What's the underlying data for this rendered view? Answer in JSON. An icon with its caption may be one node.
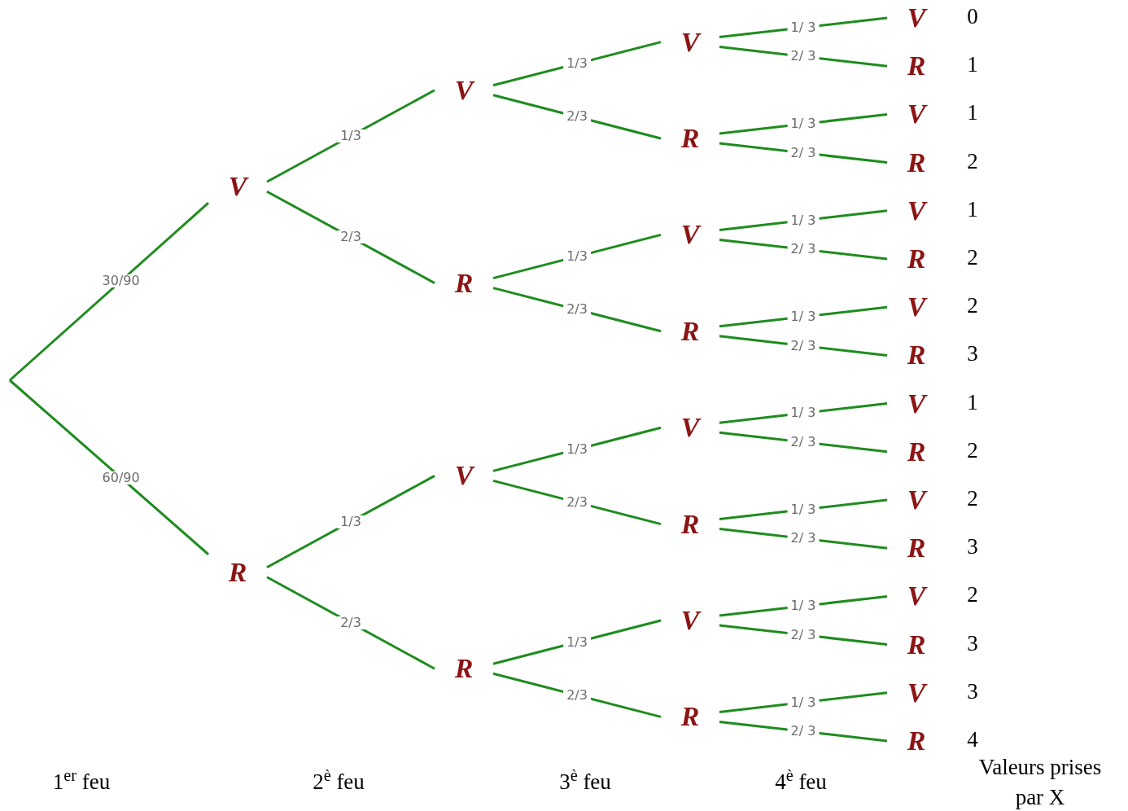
{
  "diagram": {
    "nodes": [
      {
        "text": [
          "V"
        ]
      },
      {
        "text": [
          "R"
        ]
      },
      {
        "text": [
          "V"
        ]
      },
      {
        "text": [
          "R"
        ]
      },
      {
        "text": [
          "V"
        ]
      },
      {
        "text": [
          "R"
        ]
      },
      {
        "text": [
          "V"
        ]
      },
      {
        "text": [
          "R"
        ]
      },
      {
        "text": [
          "V"
        ]
      },
      {
        "text": [
          "R"
        ]
      },
      {
        "text": [
          "V"
        ]
      },
      {
        "text": [
          "R"
        ]
      },
      {
        "text": [
          "V"
        ]
      },
      {
        "text": [
          "R"
        ]
      },
      {
        "text": [
          "V"
        ],
        "beside": [
          "0"
        ]
      },
      {
        "text": [
          "R"
        ],
        "beside": [
          "1"
        ]
      },
      {
        "text": [
          "V"
        ],
        "beside": [
          "1"
        ]
      },
      {
        "text": [
          "R"
        ],
        "beside": [
          "2"
        ]
      },
      {
        "text": [
          "V"
        ],
        "beside": [
          "1"
        ]
      },
      {
        "text": [
          "R"
        ],
        "beside": [
          "2"
        ]
      },
      {
        "text": [
          "V"
        ],
        "beside": [
          "2"
        ]
      },
      {
        "text": [
          "R"
        ],
        "beside": [
          "3"
        ]
      },
      {
        "text": [
          "V"
        ],
        "beside": [
          "1"
        ]
      },
      {
        "text": [
          "R"
        ],
        "beside": [
          "2"
        ]
      },
      {
        "text": [
          "V"
        ],
        "beside": [
          "2"
        ]
      },
      {
        "text": [
          "R"
        ],
        "beside": [
          "3"
        ]
      },
      {
        "text": [
          "V"
        ],
        "beside": [
          "2"
        ]
      },
      {
        "text": [
          "R"
        ],
        "beside": [
          "3"
        ]
      },
      {
        "text": [
          "V"
        ],
        "beside": [
          "3"
        ]
      },
      {
        "text": [
          "R"
        ],
        "beside": [
          "4"
        ]
      }
    ],
    "edges": [
      {
        "from": null,
        "to": 0,
        "arrow": "none",
        "label": "30/90"
      },
      {
        "from": null,
        "to": 1,
        "arrow": "none",
        "label": "60/90"
      },
      {
        "from": 0,
        "to": 2,
        "arrow": "none",
        "label": "1/3"
      },
      {
        "from": 0,
        "to": 3,
        "arrow": "none",
        "label": "2/3"
      },
      {
        "from": 1,
        "to": 4,
        "arrow": "none",
        "label": "1/3"
      },
      {
        "from": 1,
        "to": 5,
        "arrow": "none",
        "label": "2/3"
      },
      {
        "from": 2,
        "to": 6,
        "arrow": "none",
        "label": "1/3"
      },
      {
        "from": 2,
        "to": 7,
        "arrow": "none",
        "label": "2/3"
      },
      {
        "from": 3,
        "to": 8,
        "arrow": "none",
        "label": "1/3"
      },
      {
        "from": 3,
        "to": 9,
        "arrow": "none",
        "label": "2/3"
      },
      {
        "from": 4,
        "to": 10,
        "arrow": "none",
        "label": "1/3"
      },
      {
        "from": 4,
        "to": 11,
        "arrow": "none",
        "label": "2/3"
      },
      {
        "from": 5,
        "to": 12,
        "arrow": "none",
        "label": "1/3"
      },
      {
        "from": 5,
        "to": 13,
        "arrow": "none",
        "label": "2/3"
      },
      {
        "from": 6,
        "to": 14,
        "arrow": "none",
        "label": "1/ 3"
      },
      {
        "from": 6,
        "to": 15,
        "arrow": "none",
        "label": "2/ 3"
      },
      {
        "from": 7,
        "to": 16,
        "arrow": "none",
        "label": "1/ 3"
      },
      {
        "from": 7,
        "to": 17,
        "arrow": "none",
        "label": "2/ 3"
      },
      {
        "from": 8,
        "to": 18,
        "arrow": "none",
        "label": "1/ 3"
      },
      {
        "from": 8,
        "to": 19,
        "arrow": "none",
        "label": "2/ 3"
      },
      {
        "from": 9,
        "to": 20,
        "arrow": "none",
        "label": "1/ 3"
      },
      {
        "from": 9,
        "to": 21,
        "arrow": "none",
        "label": "2/ 3"
      },
      {
        "from": 10,
        "to": 22,
        "arrow": "none",
        "label": "1/ 3"
      },
      {
        "from": 10,
        "to": 23,
        "arrow": "none",
        "label": "2/ 3"
      },
      {
        "from": 11,
        "to": 24,
        "arrow": "none",
        "label": "1/ 3"
      },
      {
        "from": 11,
        "to": 25,
        "arrow": "none",
        "label": "2/ 3"
      },
      {
        "from": 12,
        "to": 26,
        "arrow": "none",
        "label": "1/ 3"
      },
      {
        "from": 12,
        "to": 27,
        "arrow": "none",
        "label": "2/ 3"
      },
      {
        "from": 13,
        "to": 28,
        "arrow": "none",
        "label": "1/ 3"
      },
      {
        "from": 13,
        "to": 29,
        "arrow": "none",
        "label": "2/ 3"
      }
    ],
    "labels": [
      "1$^{er}$ feu",
      "2$^{è}$ feu",
      "3$^{è}$ feu",
      "4$^{è}$ feu",
      "Valeurs prises par X"
    ]
  }
}
